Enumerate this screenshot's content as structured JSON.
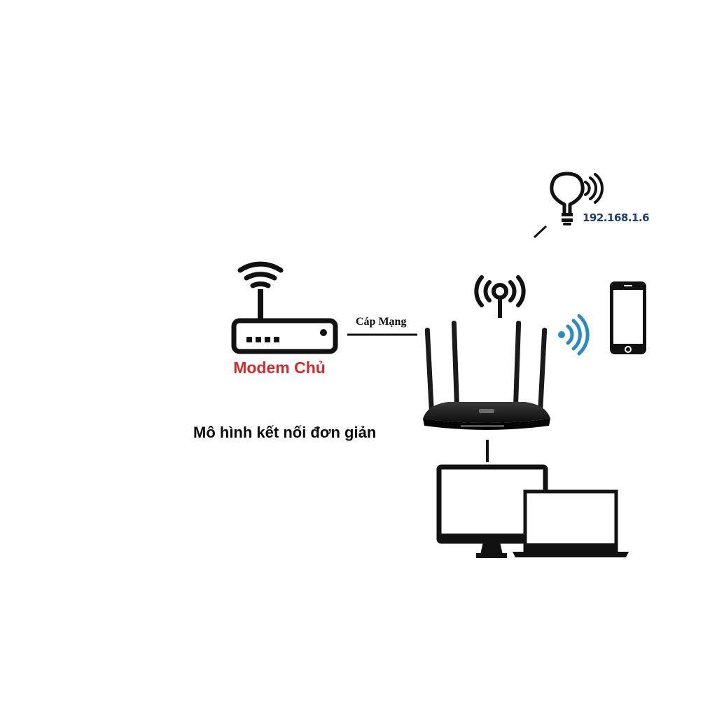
{
  "diagram": {
    "modem_label": "Modem Chủ",
    "cable_label": "Cáp Mạng",
    "caption": "Mô hình kết nối đơn giản",
    "ip_address": "192.168.1.6"
  },
  "colors": {
    "modem_label": "#d62b2b",
    "ip_text": "#1f3b7a",
    "wifi_wave": "#2a8bc4",
    "icon": "#111111"
  }
}
